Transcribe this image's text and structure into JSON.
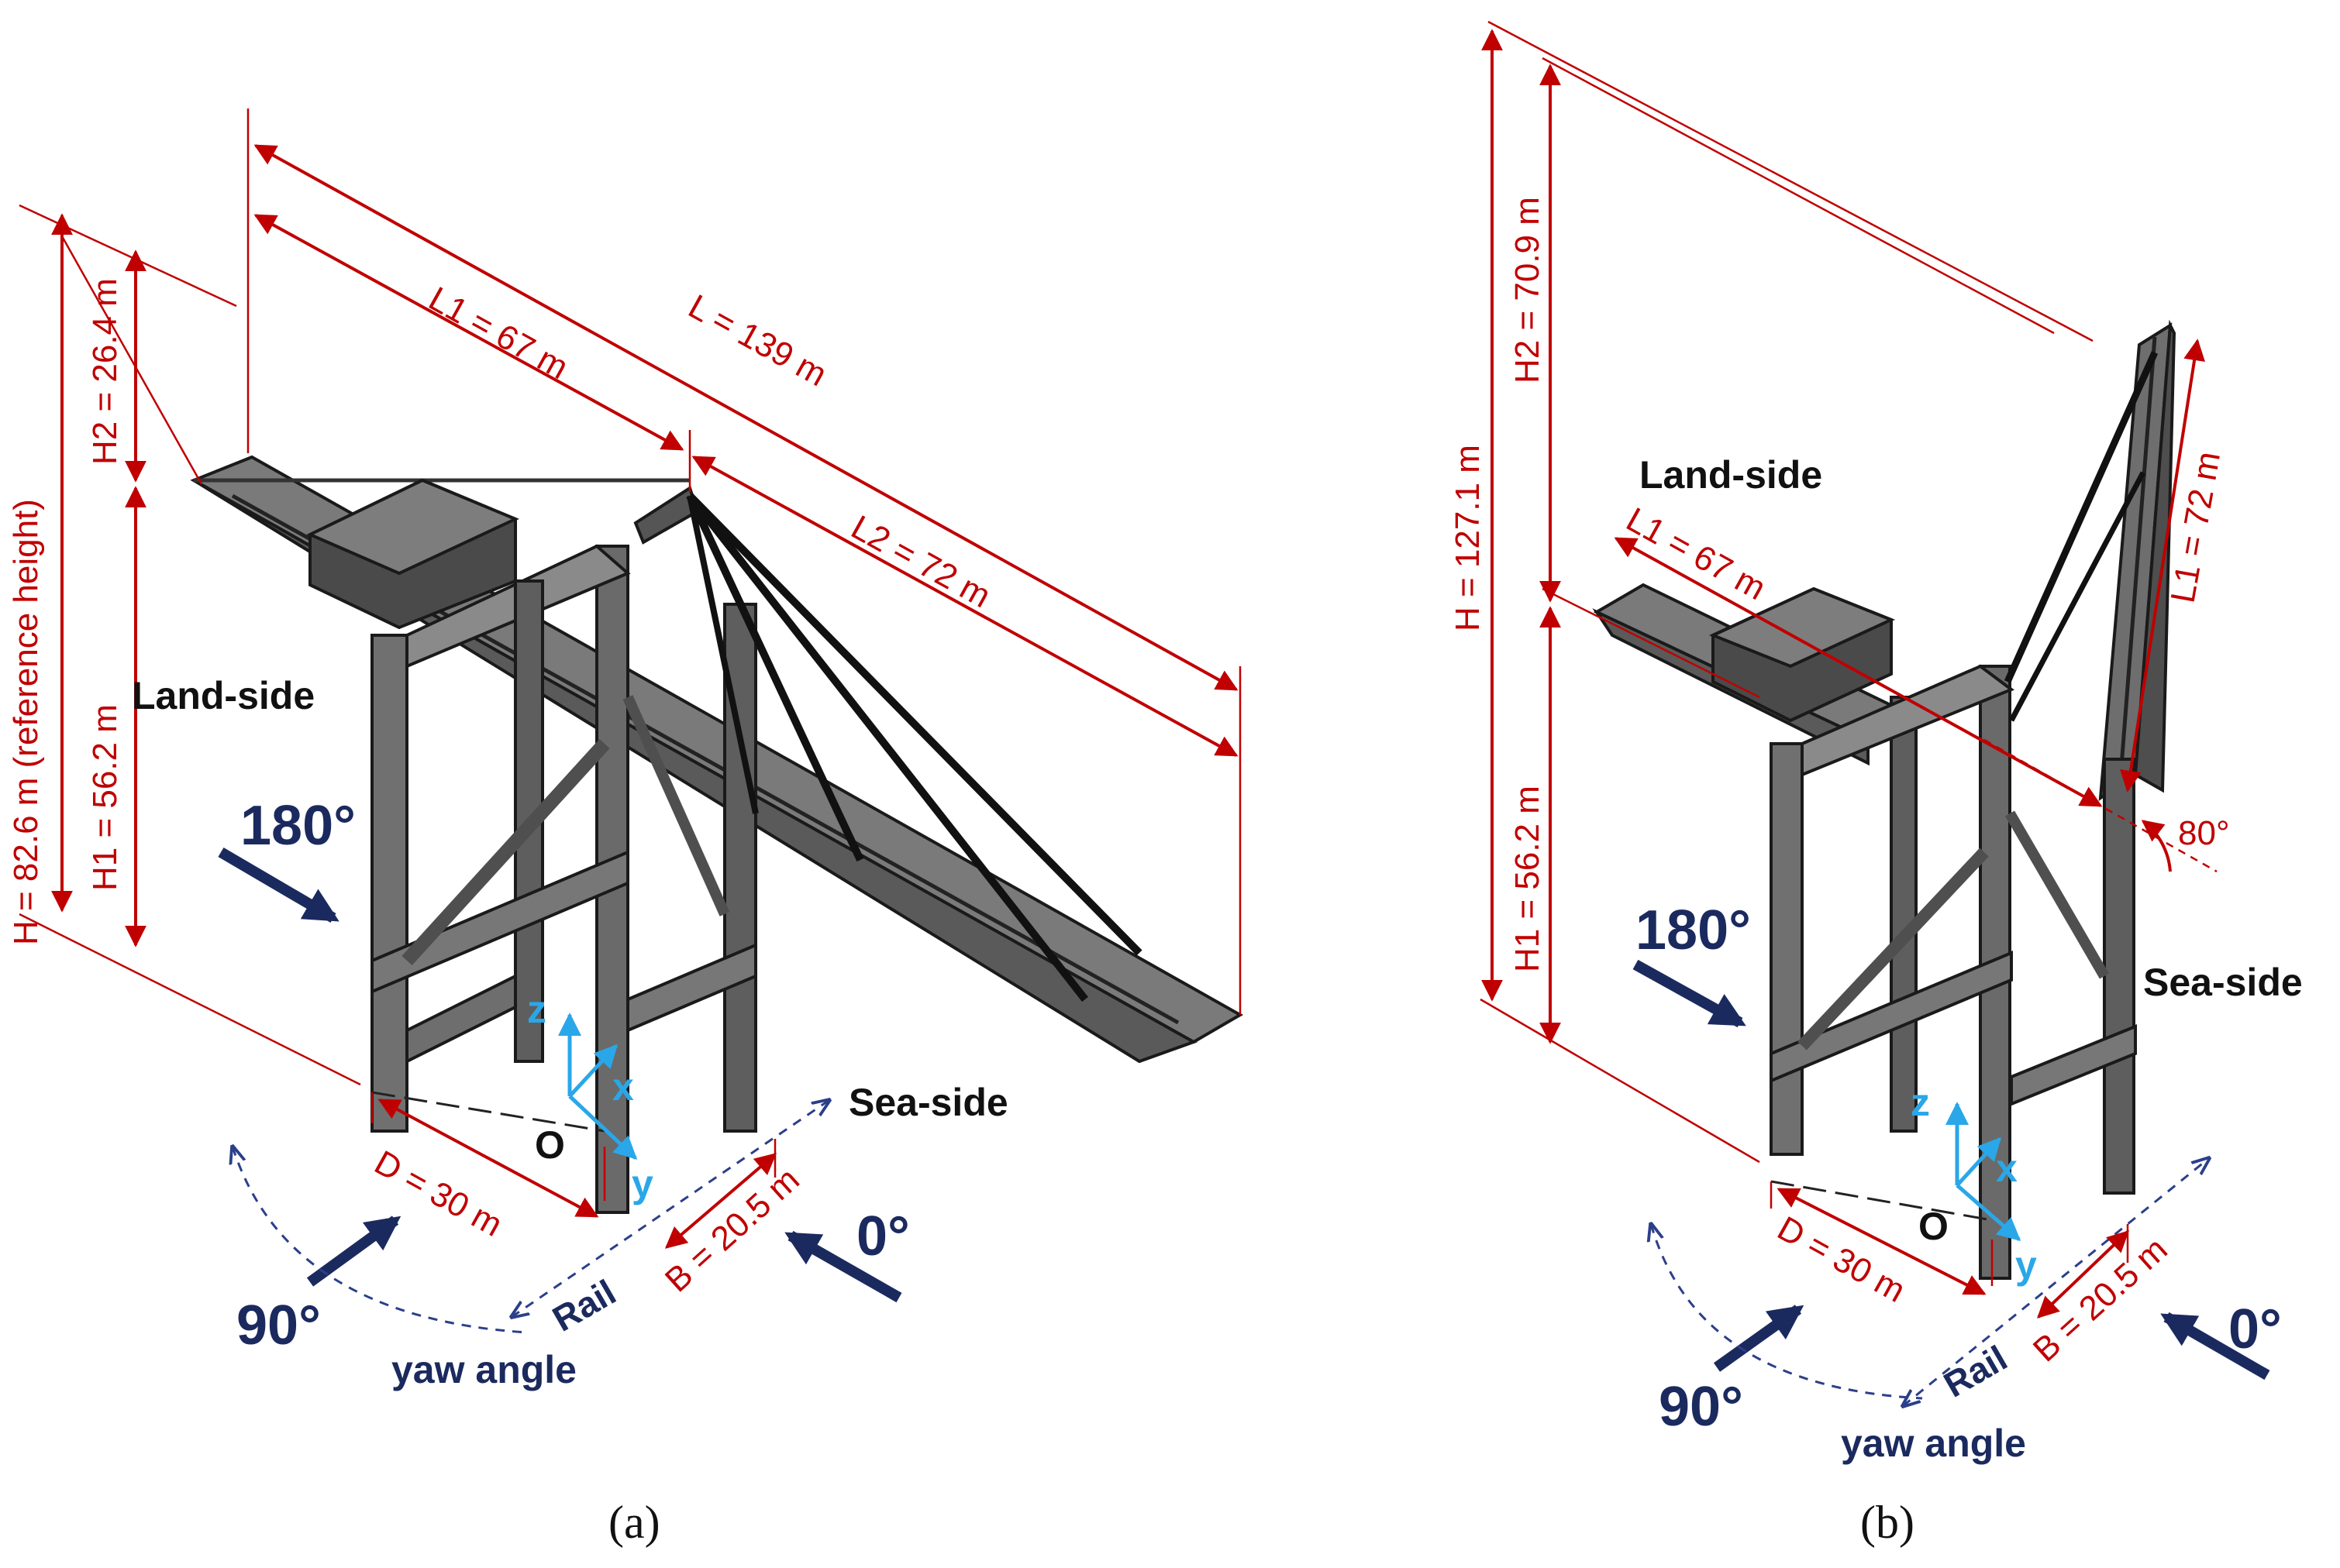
{
  "panel_a": {
    "H": "H = 82.6 m (reference height)",
    "H1": "H1 = 56.2 m",
    "H2": "H2 = 26.4 m",
    "L": "L = 139 m",
    "L1": "L1 = 67 m",
    "L2": "L2 = 72 m",
    "D": "D = 30 m",
    "B": "B = 20.5 m",
    "land_side": "Land-side",
    "sea_side": "Sea-side",
    "angle_180": "180°",
    "angle_90": "90°",
    "angle_0": "0°",
    "rail": "Rail",
    "yaw": "yaw angle",
    "origin": "O",
    "axis_z": "z",
    "axis_x": "x",
    "axis_y": "y",
    "caption": "(a)"
  },
  "panel_b": {
    "H": "H = 127.1 m",
    "H1": "H1 = 56.2 m",
    "H2": "H2 = 70.9 m",
    "L1_boom": "L1 = 67 m",
    "L1_up": "L1 = 72 m",
    "boom_angle": "80°",
    "D": "D = 30 m",
    "B": "B = 20.5 m",
    "land_side": "Land-side",
    "sea_side": "Sea-side",
    "angle_180": "180°",
    "angle_90": "90°",
    "angle_0": "0°",
    "rail": "Rail",
    "yaw": "yaw angle",
    "origin": "O",
    "axis_z": "z",
    "axis_x": "x",
    "axis_y": "y",
    "caption": "(b)"
  },
  "colors": {
    "dimension": "#c00000",
    "wind_arrow": "#1b2a5e",
    "axis": "#2aa7e8",
    "structure": "#3c3c3c"
  }
}
